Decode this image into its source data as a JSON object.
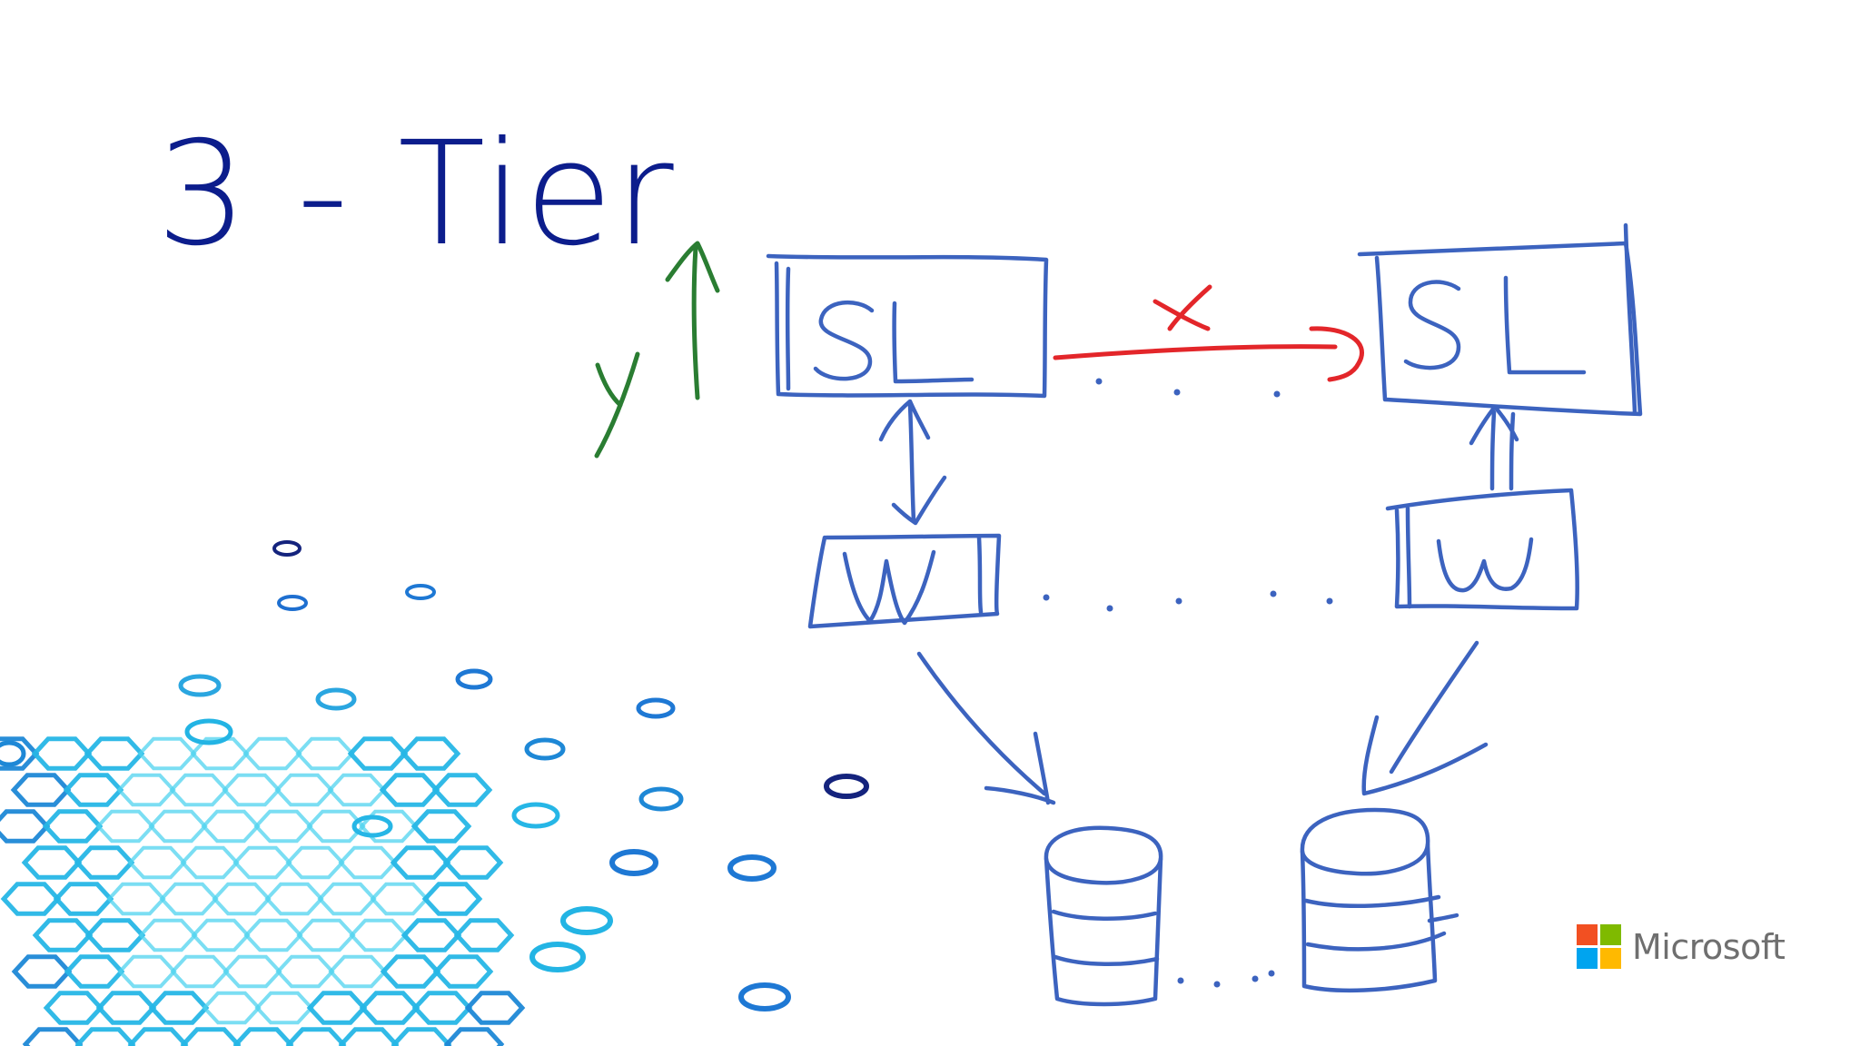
{
  "slide": {
    "title": "3 - Tier"
  },
  "diagram": {
    "server_left_label": "SL",
    "server_right_label": "SL",
    "worker_left_label": "W",
    "worker_right_label": "W",
    "x_axis_label": "x",
    "y_axis_label": "y"
  },
  "brand": {
    "wordmark": "Microsoft",
    "logo_colors": [
      "#f25022",
      "#7fba00",
      "#00a4ef",
      "#ffb900"
    ]
  },
  "colors": {
    "title": "#0c1d8c",
    "ink_blue": "#3c63bf",
    "ink_red": "#e3262a",
    "ink_green": "#2a7d32"
  }
}
